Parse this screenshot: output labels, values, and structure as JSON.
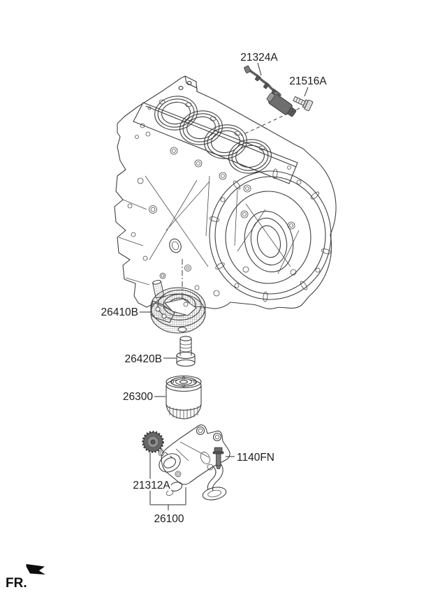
{
  "figure": {
    "background": "#ffffff",
    "line_color": "#3f3f3f",
    "label_color": "#1c1c1c",
    "parts": {
      "crank_sensor_harness": {
        "code": "21324A"
      },
      "sensor_bolt": {
        "code": "21516A"
      },
      "oil_cooler": {
        "code": "26410B"
      },
      "filter_stud": {
        "code": "26420B"
      },
      "oil_filter": {
        "code": "26300"
      },
      "pump_bolt": {
        "code": "1140FN"
      },
      "pump_sprocket": {
        "code": "21312A"
      },
      "oil_pump": {
        "code": "26100"
      }
    },
    "orientation_marker": {
      "label": "FR."
    }
  }
}
